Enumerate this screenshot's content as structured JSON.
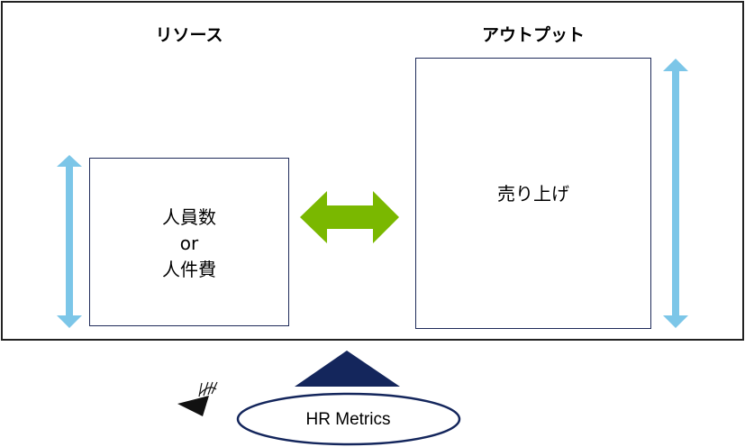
{
  "headings": {
    "resources": "リソース",
    "output": "アウトプット"
  },
  "resources_box": {
    "lines": [
      "人員数",
      "or",
      "人件費"
    ]
  },
  "output_box": {
    "text": "売り上げ"
  },
  "hr_metrics": {
    "label": "HR Metrics"
  },
  "icons": {
    "resource_scale": "vertical-double-arrow-icon",
    "output_scale": "vertical-double-arrow-icon",
    "relation": "horizontal-double-arrow-icon",
    "metrics_pointer": "triangle-up-icon",
    "observer": "eye-icon"
  },
  "colors": {
    "vertical_arrows": "#7cc6e8",
    "relation_arrow": "#7ab800",
    "metrics_accent": "#14265c",
    "frame": "#222222"
  }
}
